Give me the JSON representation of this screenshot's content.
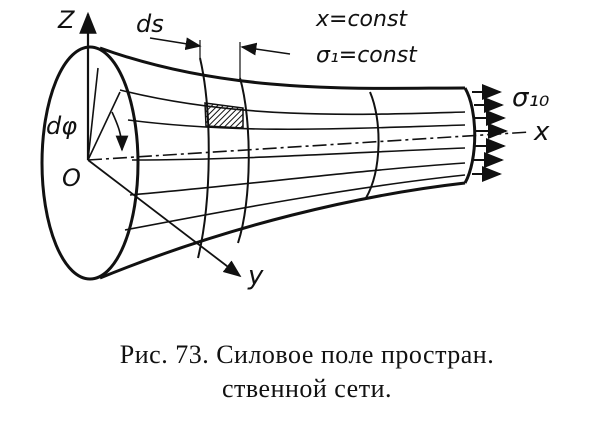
{
  "figure": {
    "labels": {
      "z": "Z",
      "y": "y",
      "x": "x",
      "origin": "O",
      "dphi": "dφ",
      "ds": "ds",
      "x_const": "x=const",
      "sigma1_const": "σ₁=const",
      "sigma10": "σ₁₀"
    },
    "stroke_color": "#111111"
  },
  "caption": {
    "line1": "Рис. 73. Силовое поле простран.",
    "line2": "ственной сети."
  }
}
